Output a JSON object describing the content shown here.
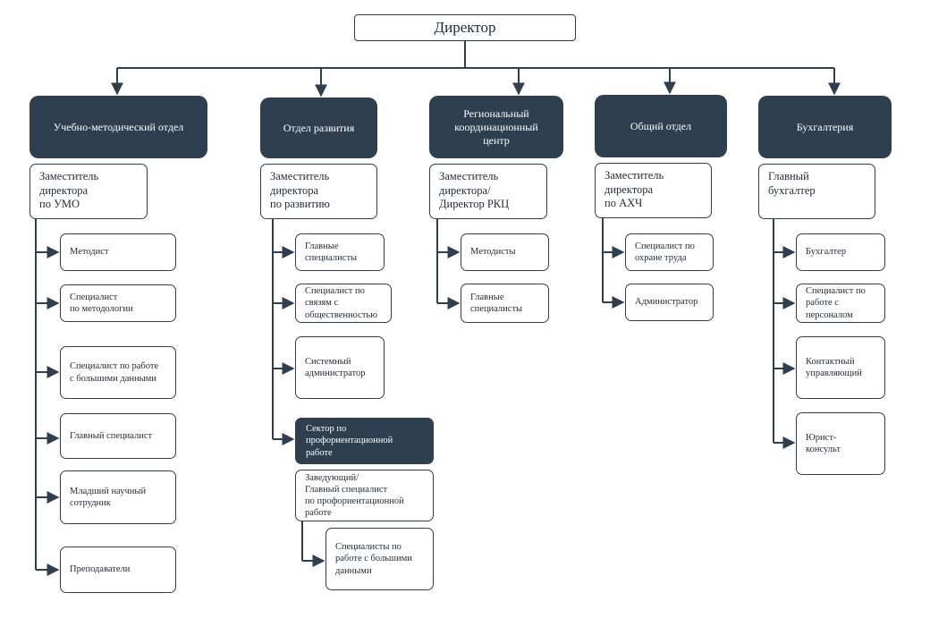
{
  "director": "Директор",
  "departments": [
    {
      "name": "Учебно-методический отдел",
      "deputy": "Заместитель\nдиректора\nпо УМО",
      "staff": [
        "Методист",
        "Специалист\nпо методологии",
        "Специалист по работе\nс большими данными",
        "Главный специалист",
        "Младший научный\nсотрудник",
        "Преподаватели"
      ]
    },
    {
      "name": "Отдел  развития",
      "deputy": "Заместитель\nдиректора\nпо развитию",
      "staff": [
        "Главные\nспециалисты",
        "Специалист по\nсвязям с\nобщественностью",
        "Системный\nадминистратор"
      ],
      "sector": {
        "name": "Сектор по\nпрофориентационной\nработе",
        "head": "Заведующий/\nГлавный специалист\nпо профориентационной\nработе",
        "staff": [
          "Специалисты по\nработе с большими\nданными"
        ]
      }
    },
    {
      "name": "Региональный\nкоординационный\nцентр",
      "deputy": "Заместитель\nдиректора/\nДиректор РКЦ",
      "staff": [
        "Методисты",
        "Главные\nспециалисты"
      ]
    },
    {
      "name": "Общий отдел",
      "deputy": "Заместитель\nдиректора\nпо АХЧ",
      "staff": [
        "Специалист по\nохране труда",
        "Администратор"
      ]
    },
    {
      "name": "Бухгалтерия",
      "deputy": "Главный\nбухгалтер",
      "staff": [
        "Бухгалтер",
        "Специалист по\nработе с\nперсоналом",
        "Контактный\nуправляющий",
        "Юрист-\nконсульт"
      ]
    }
  ]
}
